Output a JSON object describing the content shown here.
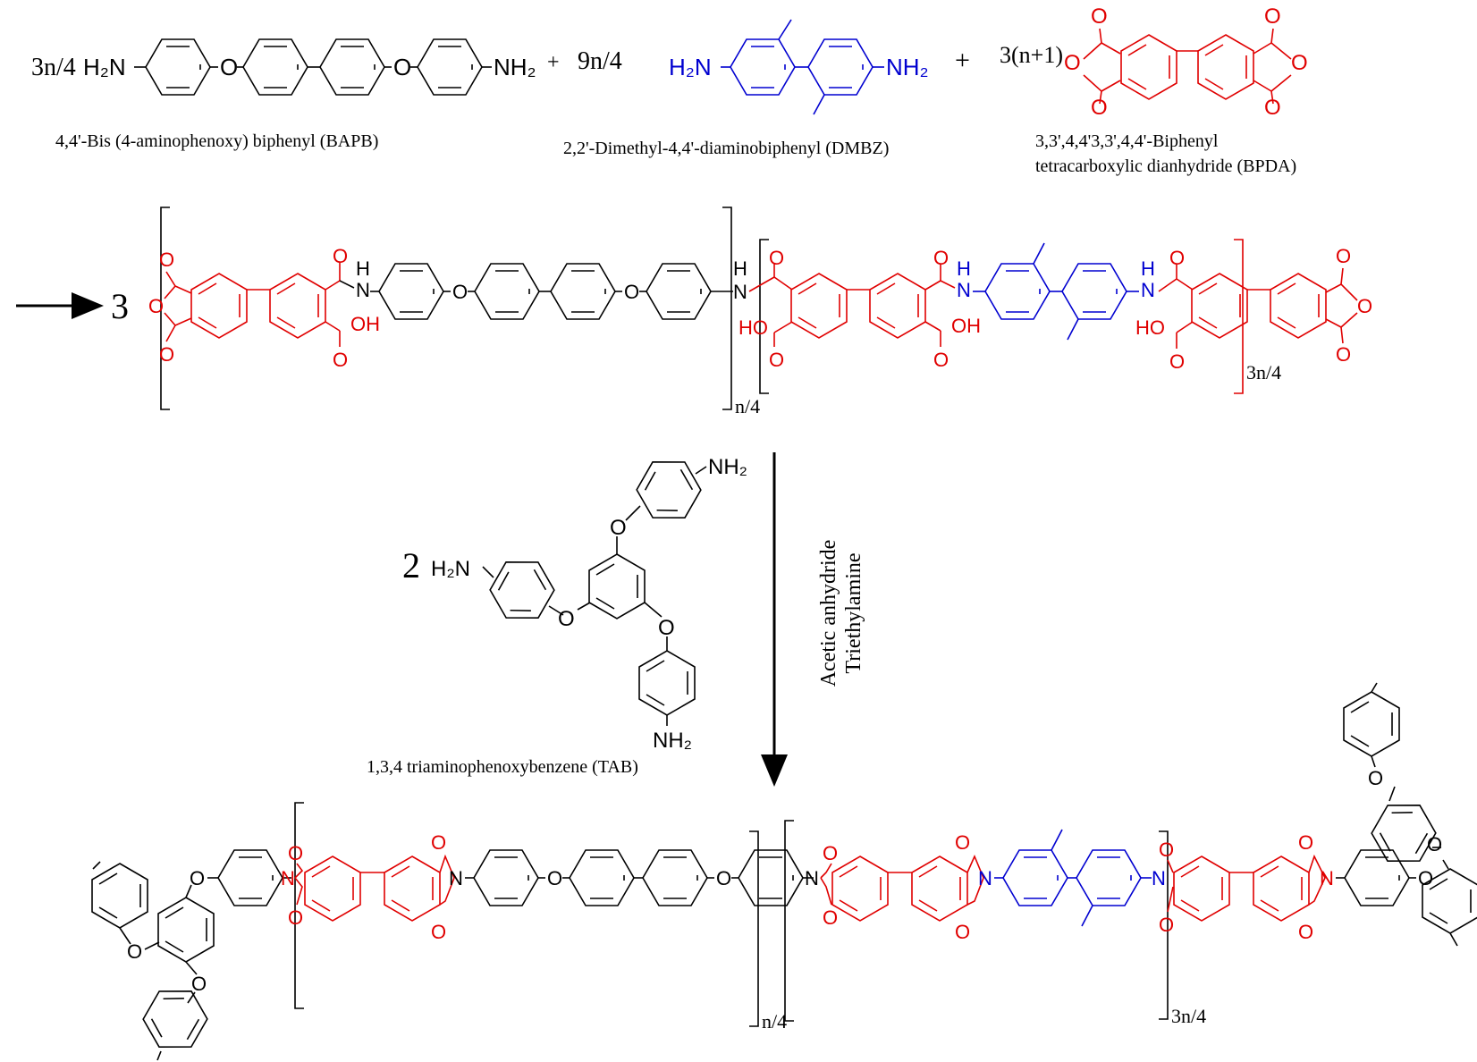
{
  "colors": {
    "black": "#000000",
    "red": "#e00000",
    "blue": "#0000d0"
  },
  "reactants": {
    "bapb": {
      "coef": "3n/4",
      "name": "4,4'-Bis (4-aminophenoxy) biphenyl (BAPB)"
    },
    "dmbz": {
      "coef": "9n/4",
      "name": "2,2'-Dimethyl-4,4'-diaminobiphenyl (DMBZ)"
    },
    "bpda": {
      "coef": "3(n+1)",
      "name_line1": "3,3',4,4'3,3',4,4'-Biphenyl",
      "name_line2": "tetracarboxylic dianhydride (BPDA)"
    },
    "plus": "+"
  },
  "intermediate": {
    "coef": "3",
    "sub1": "n/4",
    "sub2": "3n/4"
  },
  "tab": {
    "coef": "2",
    "name": "1,3,4 triaminophenoxybenzene (TAB)"
  },
  "conditions": {
    "line1": "Acetic anhydride",
    "line2": "Triethylamine"
  },
  "product": {
    "sub1": "n/4",
    "sub2": "3n/4"
  },
  "atoms": {
    "H2N": "H₂N",
    "NH2": "NH₂",
    "O": "O",
    "N": "N",
    "H": "H",
    "OH": "OH",
    "HO": "HO"
  }
}
